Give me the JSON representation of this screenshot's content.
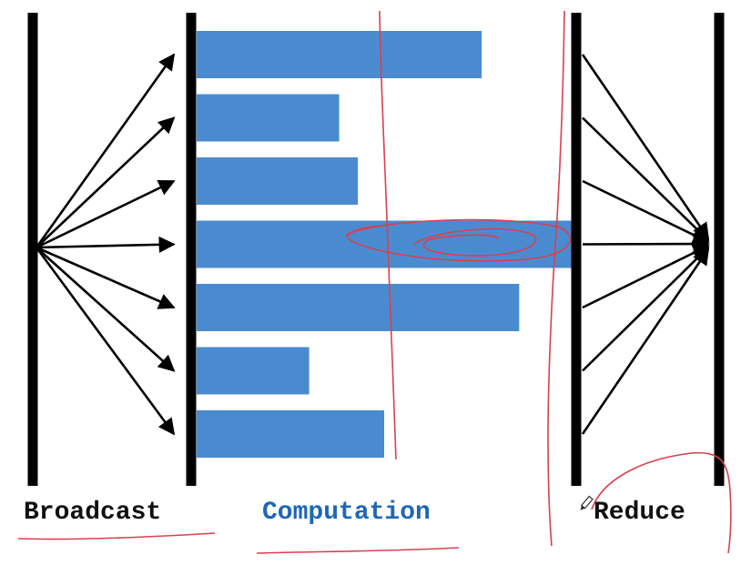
{
  "labels": {
    "broadcast": "Broadcast",
    "computation": "Computation",
    "reduce": "Reduce"
  },
  "colors": {
    "bar": "#4a8bd0",
    "barrier": "#000000",
    "arrow": "#000000",
    "annotation": "#d9404f",
    "label_broadcast": "#111111",
    "label_computation": "#1f67b5",
    "label_reduce": "#111111"
  },
  "tasks": {
    "relative_durations": [
      0.76,
      0.38,
      0.43,
      1.0,
      0.86,
      0.3,
      0.5
    ]
  },
  "icons": {
    "annotation_cursor": "pen-icon"
  }
}
